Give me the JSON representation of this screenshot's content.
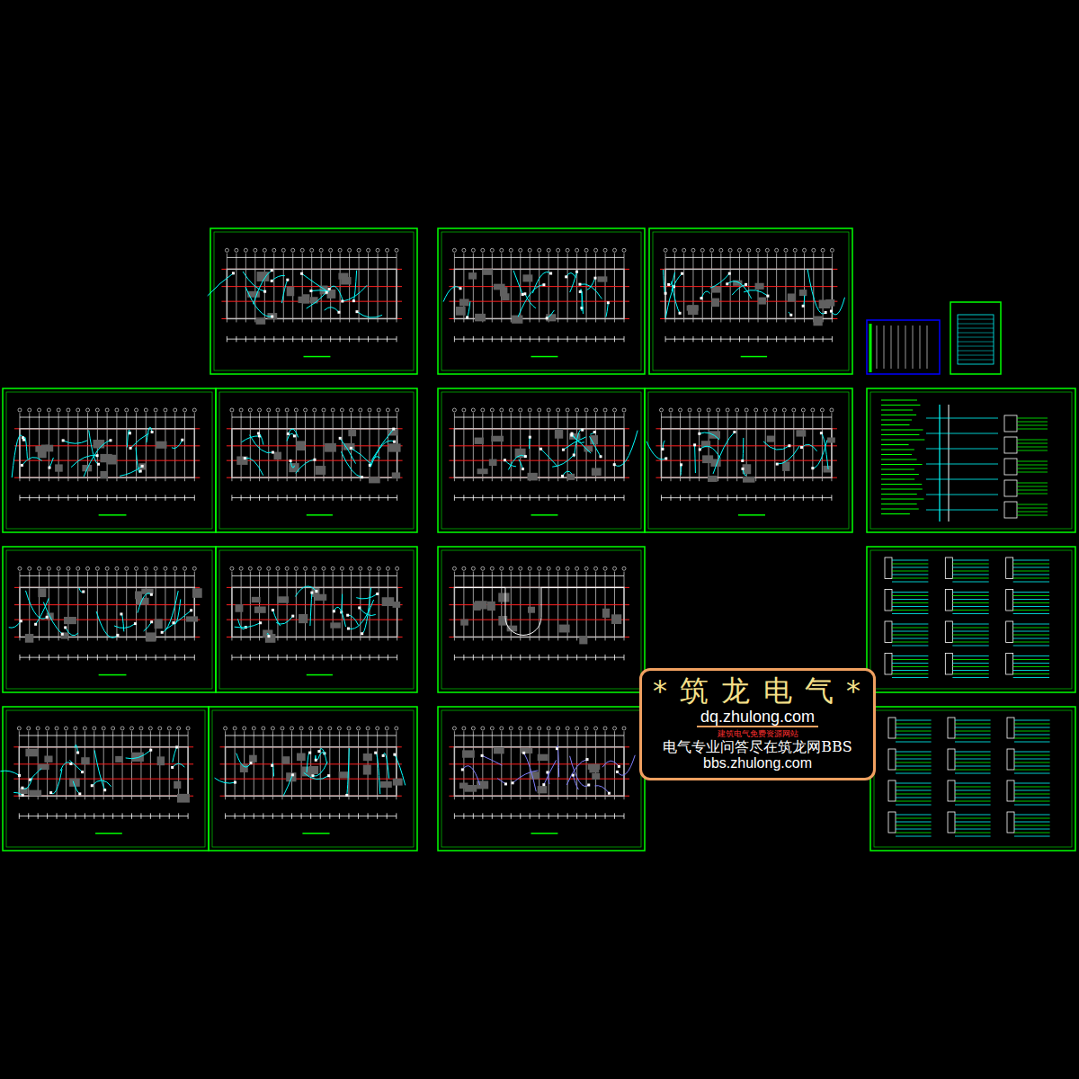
{
  "diagram": {
    "nodes": [
      {
        "text": [
          "* 筑 龙 电 气 *",
          "dq.zhulong.com",
          "建筑电气免费资源网站",
          "电气专业问答尽在筑龙网BBS",
          "bbs.zhulong.com"
        ]
      }
    ]
  }
}
